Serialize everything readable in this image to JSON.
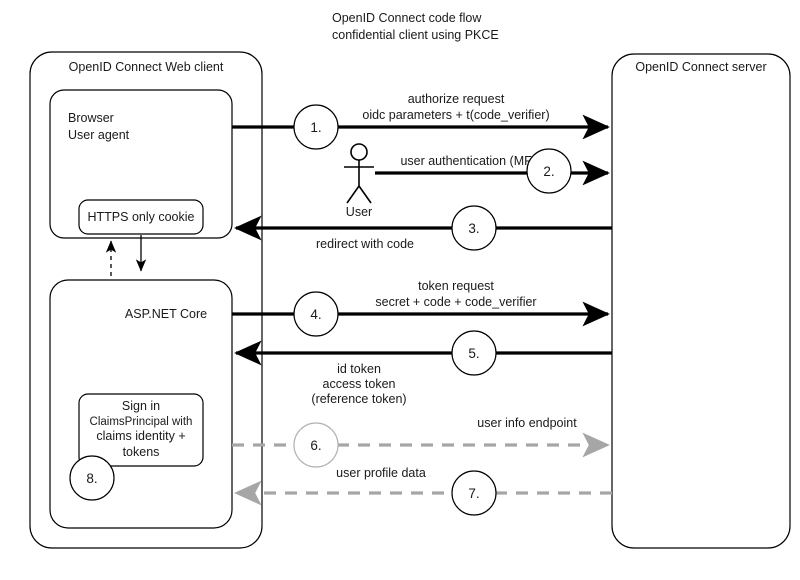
{
  "title": {
    "line1": "OpenID Connect code flow",
    "line2": "confidential client using PKCE"
  },
  "nodes": {
    "web_client": "OpenID Connect Web client",
    "browser_line1": "Browser",
    "browser_line2": "User agent",
    "cookie": "HTTPS only cookie",
    "aspnet": "ASP.NET Core",
    "signin_line1": "Sign in",
    "signin_line2": "ClaimsPrincipal with",
    "signin_line3": "claims identity +",
    "signin_line4": "tokens",
    "server": "OpenID Connect server",
    "actor": "User"
  },
  "steps": [
    {
      "number": "1.",
      "label_line1": "authorize request",
      "label_line2": "oidc parameters + t(code_verifier)",
      "direction": "right",
      "style": "solid"
    },
    {
      "number": "2.",
      "label_line1": "user authentication (MFA)",
      "label_line2": "",
      "direction": "right",
      "style": "solid"
    },
    {
      "number": "3.",
      "label_line1": "redirect with code",
      "label_line2": "",
      "direction": "left",
      "style": "solid"
    },
    {
      "number": "4.",
      "label_line1": "token request",
      "label_line2": "secret + code + code_verifier",
      "direction": "right",
      "style": "solid"
    },
    {
      "number": "5.",
      "label_line1": "id token",
      "label_line2": "access token",
      "label_line3": "(reference token)",
      "direction": "left",
      "style": "solid"
    },
    {
      "number": "6.",
      "label_line1": "user info endpoint",
      "label_line2": "",
      "direction": "right",
      "style": "dashed"
    },
    {
      "number": "7.",
      "label_line1": "user profile data",
      "label_line2": "",
      "direction": "left",
      "style": "dashed"
    },
    {
      "number": "8.",
      "label_line1": "",
      "label_line2": "",
      "direction": "none",
      "style": "none"
    }
  ],
  "colors": {
    "stroke": "#000000",
    "dashed_stroke": "#a6a6a6",
    "text": "#1a1a1a",
    "background": "#ffffff"
  }
}
